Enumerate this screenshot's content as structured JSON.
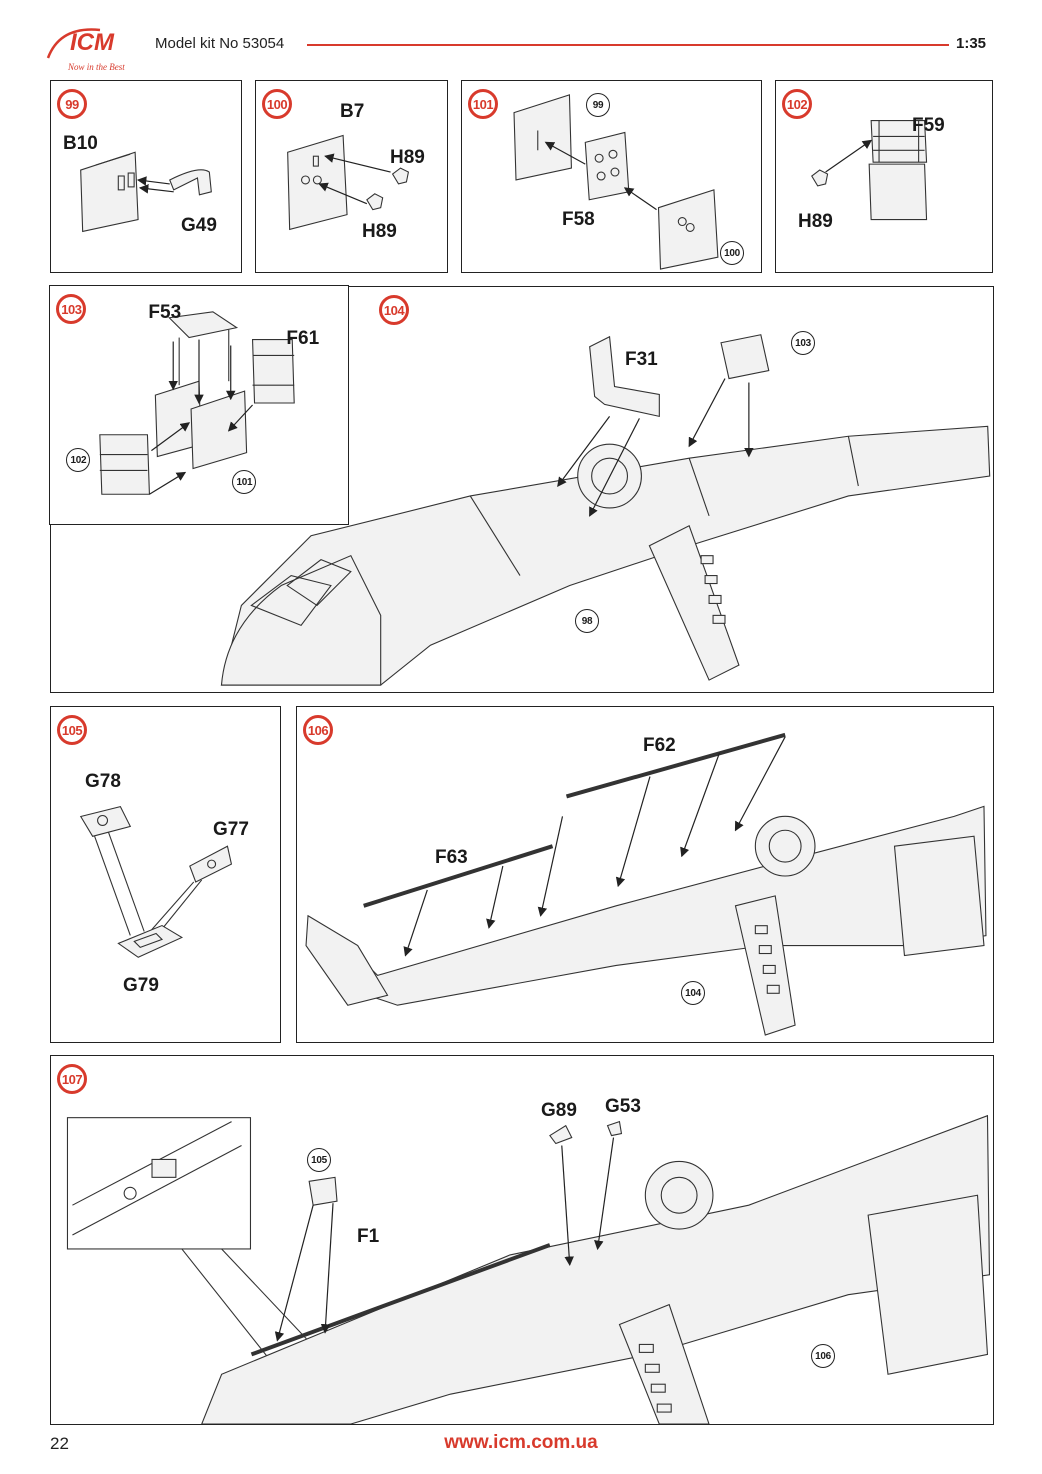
{
  "header": {
    "brand": "ICM",
    "tagline": "Now in the Best",
    "kit_title": "Model kit No 53054",
    "scale": "1:35"
  },
  "colors": {
    "accent": "#d83a2c",
    "line": "#222222"
  },
  "steps": {
    "s99": {
      "number": "99",
      "parts": [
        "B10",
        "G49"
      ]
    },
    "s100": {
      "number": "100",
      "parts": [
        "B7",
        "H89",
        "H89"
      ]
    },
    "s101": {
      "number": "101",
      "parts": [
        "F58"
      ],
      "refs": [
        "99",
        "100"
      ]
    },
    "s102": {
      "number": "102",
      "parts": [
        "F59",
        "H89"
      ]
    },
    "s103": {
      "number": "103",
      "parts": [
        "F53",
        "F61"
      ],
      "refs": [
        "102",
        "101"
      ]
    },
    "s104": {
      "number": "104",
      "parts": [
        "F31"
      ],
      "refs": [
        "103",
        "98"
      ]
    },
    "s105": {
      "number": "105",
      "parts": [
        "G78",
        "G77",
        "G79"
      ]
    },
    "s106": {
      "number": "106",
      "parts": [
        "F62",
        "F63"
      ],
      "refs": [
        "104"
      ]
    },
    "s107": {
      "number": "107",
      "parts": [
        "G89",
        "G53",
        "F1"
      ],
      "refs": [
        "105",
        "106"
      ]
    }
  },
  "footer": {
    "page": "22",
    "url": "www.icm.com.ua"
  }
}
